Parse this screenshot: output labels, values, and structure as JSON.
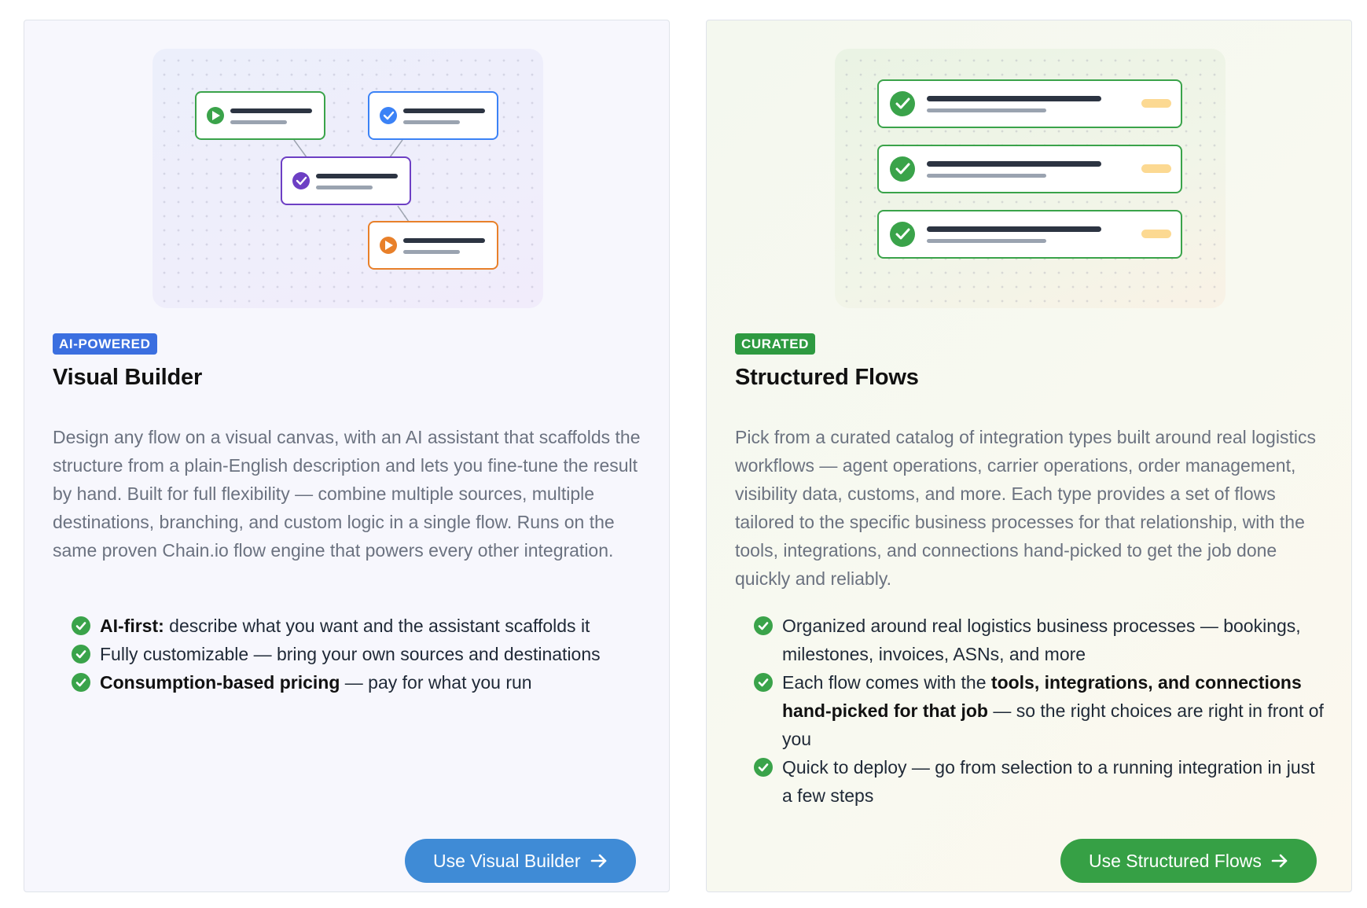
{
  "cards": {
    "visual": {
      "badge": "AI-POWERED",
      "title": "Visual Builder",
      "description": "Design any flow on a visual canvas, with an AI assistant that scaffolds the structure from a plain-English description and lets you fine-tune the result by hand. Built for full flexibility — combine multiple sources, multiple destinations, branching, and custom logic in a single flow. Runs on the same proven Chain.io flow engine that powers every other integration.",
      "features": [
        {
          "bold": "AI-first:",
          "text": " describe what you want and the assistant scaffolds it"
        },
        {
          "text": "Fully customizable — bring your own sources and destinations"
        },
        {
          "bold": "Consumption-based pricing",
          "text": " — pay for what you run"
        }
      ],
      "cta": "Use Visual Builder",
      "accent": "#3f8bd6",
      "node_colors": [
        "#3aa34a",
        "#3b82f6",
        "#6d3fc4",
        "#e8802a"
      ]
    },
    "structured": {
      "badge": "CURATED",
      "title": "Structured Flows",
      "description": "Pick from a curated catalog of integration types built around real logistics workflows — agent operations, carrier operations, order management, visibility data, customs, and more. Each type provides a set of flows tailored to the specific business processes for that relationship, with the tools, integrations, and connections hand-picked to get the job done quickly and reliably.",
      "features": [
        {
          "pre": "Organized around real logistics business processes — bookings, milestones, invoices, ASNs, and more"
        },
        {
          "pre": "Each flow comes with the ",
          "bold": "tools, integrations, and connections hand-picked for that job",
          "text": " — so the right choices are right in front of you"
        },
        {
          "pre": "Quick to deploy — go from selection to a running integration in just a few steps"
        }
      ],
      "cta": "Use Structured Flows",
      "accent": "#36a045"
    }
  }
}
